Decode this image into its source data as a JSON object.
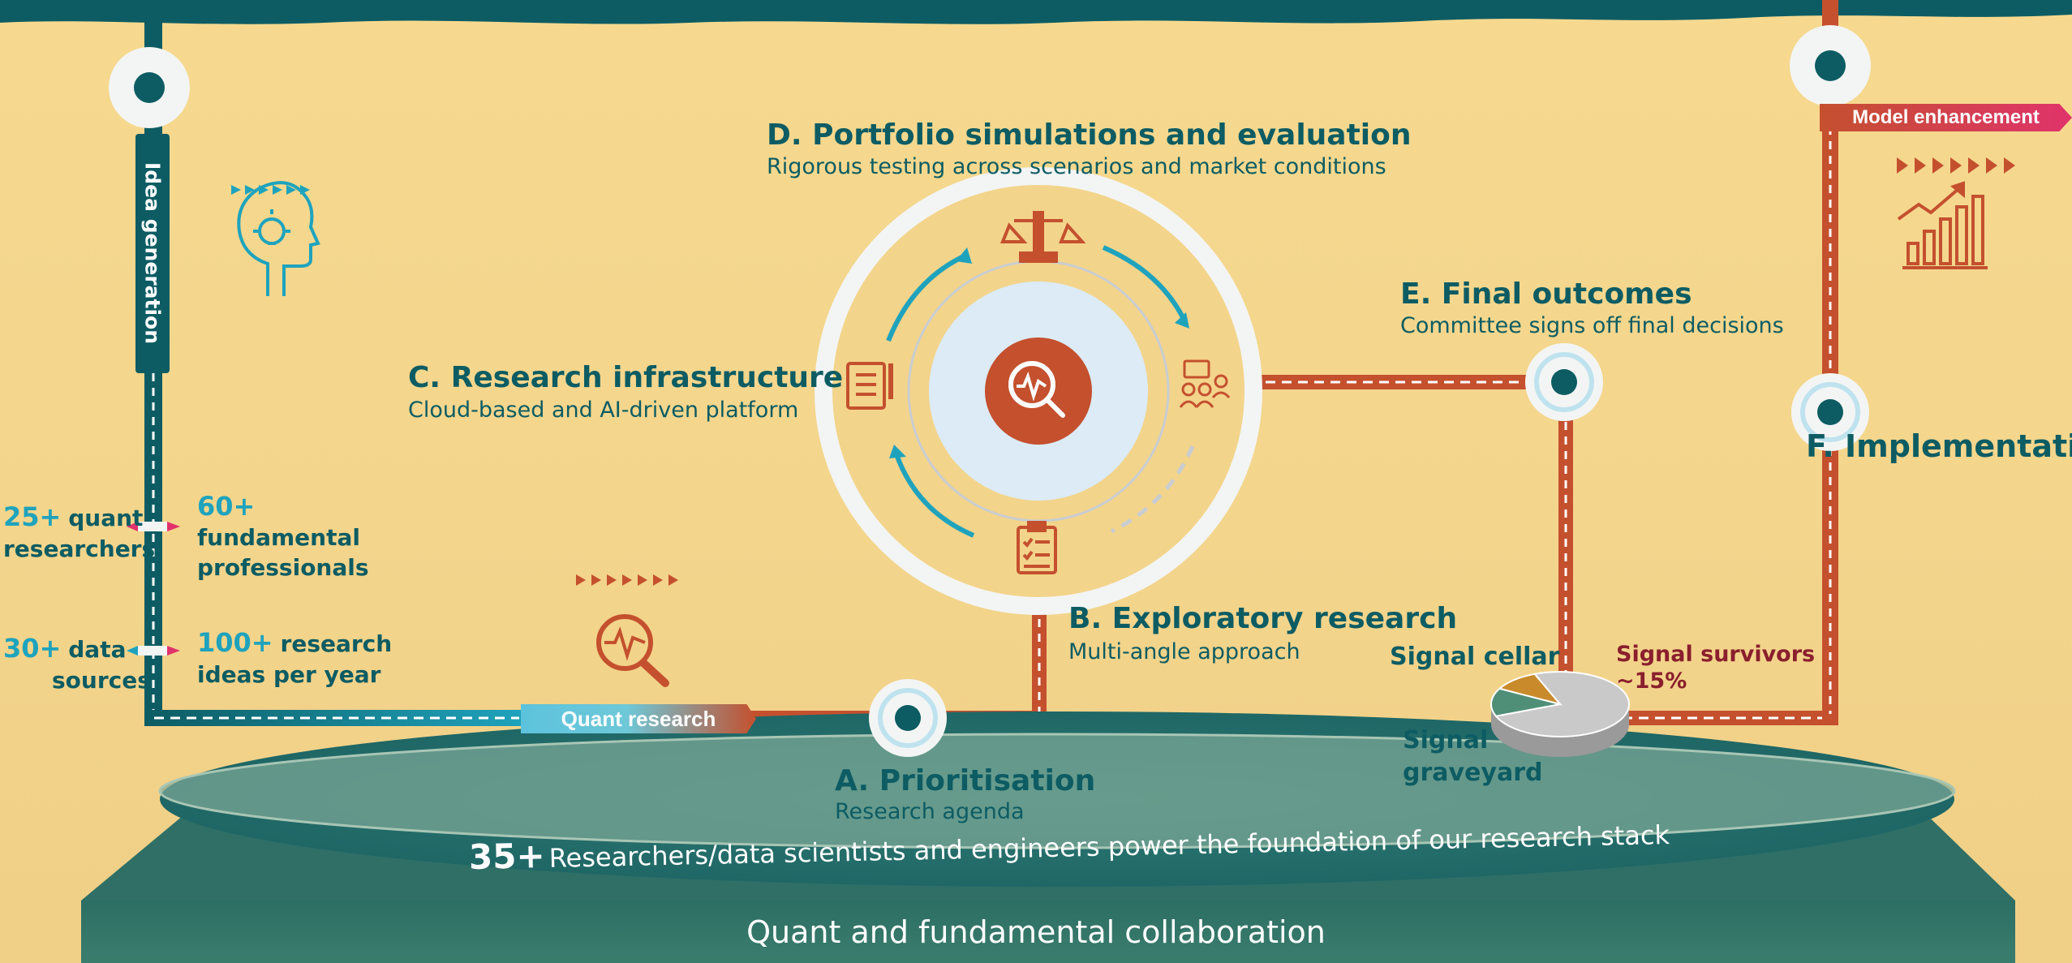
{
  "stages": {
    "d_title": "D. Portfolio simulations and evaluation",
    "d_sub": "Rigorous testing across scenarios and market conditions",
    "c_title": "C. Research infrastructure",
    "c_sub": "Cloud-based and AI-driven platform",
    "e_title": "E. Final outcomes",
    "e_sub": "Committee signs off final decisions",
    "b_title": "B. Exploratory research",
    "b_sub": "Multi-angle approach",
    "a_title": "A. Prioritisation",
    "a_sub": "Research agenda",
    "f_title": "F. Implementation"
  },
  "tags": {
    "idea_generation": "Idea generation",
    "quant_research": "Quant research",
    "model_enhancement": "Model enhancement"
  },
  "stats": {
    "quant_num": "25+",
    "quant_line1": "quant",
    "quant_line2": "researchers",
    "fund_num": "60+",
    "fund_line1": "fundamental",
    "fund_line2": "professionals",
    "data_num": "30+",
    "data_line1": "data",
    "data_line2": "sources",
    "ideas_num": "100+",
    "ideas_line1": "research",
    "ideas_line2": "ideas per year"
  },
  "signals": {
    "cellar": "Signal cellar",
    "survivors_line1": "Signal survivors",
    "survivors_line2": "~15%",
    "graveyard_line1": "Signal",
    "graveyard_line2": "graveyard"
  },
  "pie_chart": {
    "slices": [
      {
        "label": "Signal graveyard",
        "value": 75,
        "color": "#c9c9c9"
      },
      {
        "label": "Signal cellar",
        "value": 14,
        "color": "#4f8f78"
      },
      {
        "label": "Signal survivors",
        "value": 11,
        "color": "#c98a2b"
      }
    ]
  },
  "foundation": {
    "number": "35+",
    "text": "Researchers/data scientists and engineers power the foundation of our research stack",
    "base_label": "Quant and fundamental collaboration"
  },
  "colors": {
    "teal": "#0d5c63",
    "cyan": "#1fa3bd",
    "orange": "#c4502e",
    "pink": "#e0336b",
    "background": "#f4d68d"
  },
  "icons": [
    "lightbulb-head-icon",
    "magnifier-pulse-icon",
    "scales-icon",
    "document-pen-icon",
    "team-icon",
    "clipboard-checklist-icon",
    "growth-chart-icon"
  ]
}
